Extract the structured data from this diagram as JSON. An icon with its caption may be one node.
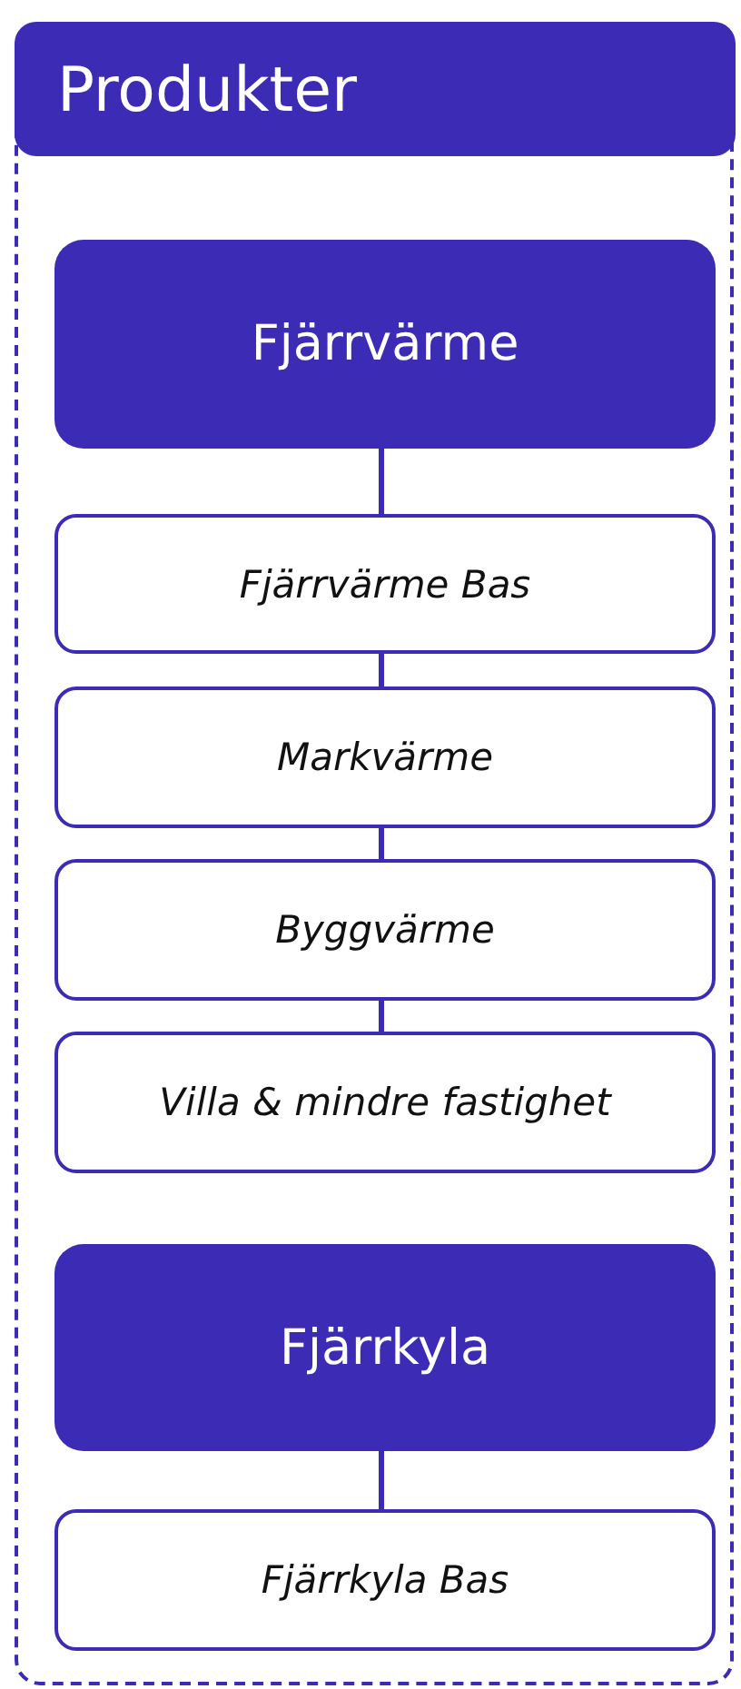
{
  "diagram": {
    "nodes": [
      {
        "text": [
          "Produkter"
        ]
      },
      {
        "text": [
          "Fjärrvärme"
        ],
        "in": 0
      },
      {
        "text": [
          "Fjärrvärme Bas"
        ],
        "in": 0
      },
      {
        "text": [
          "Markvärme"
        ],
        "in": 0
      },
      {
        "text": [
          "Byggvärme"
        ],
        "in": 0
      },
      {
        "text": [
          "Villa & mindre fastighet"
        ],
        "in": 0
      },
      {
        "text": [
          "Fjärrkyla"
        ],
        "in": 0
      },
      {
        "text": [
          "Fjärrkyla Bas"
        ],
        "in": 0
      }
    ],
    "edges": [
      {
        "from": 1,
        "to": 2,
        "arrow": "none"
      },
      {
        "from": 2,
        "to": 3,
        "arrow": "none"
      },
      {
        "from": 3,
        "to": 4,
        "arrow": "none"
      },
      {
        "from": 4,
        "to": 5,
        "arrow": "none"
      },
      {
        "from": 6,
        "to": 7,
        "arrow": "none"
      }
    ]
  }
}
